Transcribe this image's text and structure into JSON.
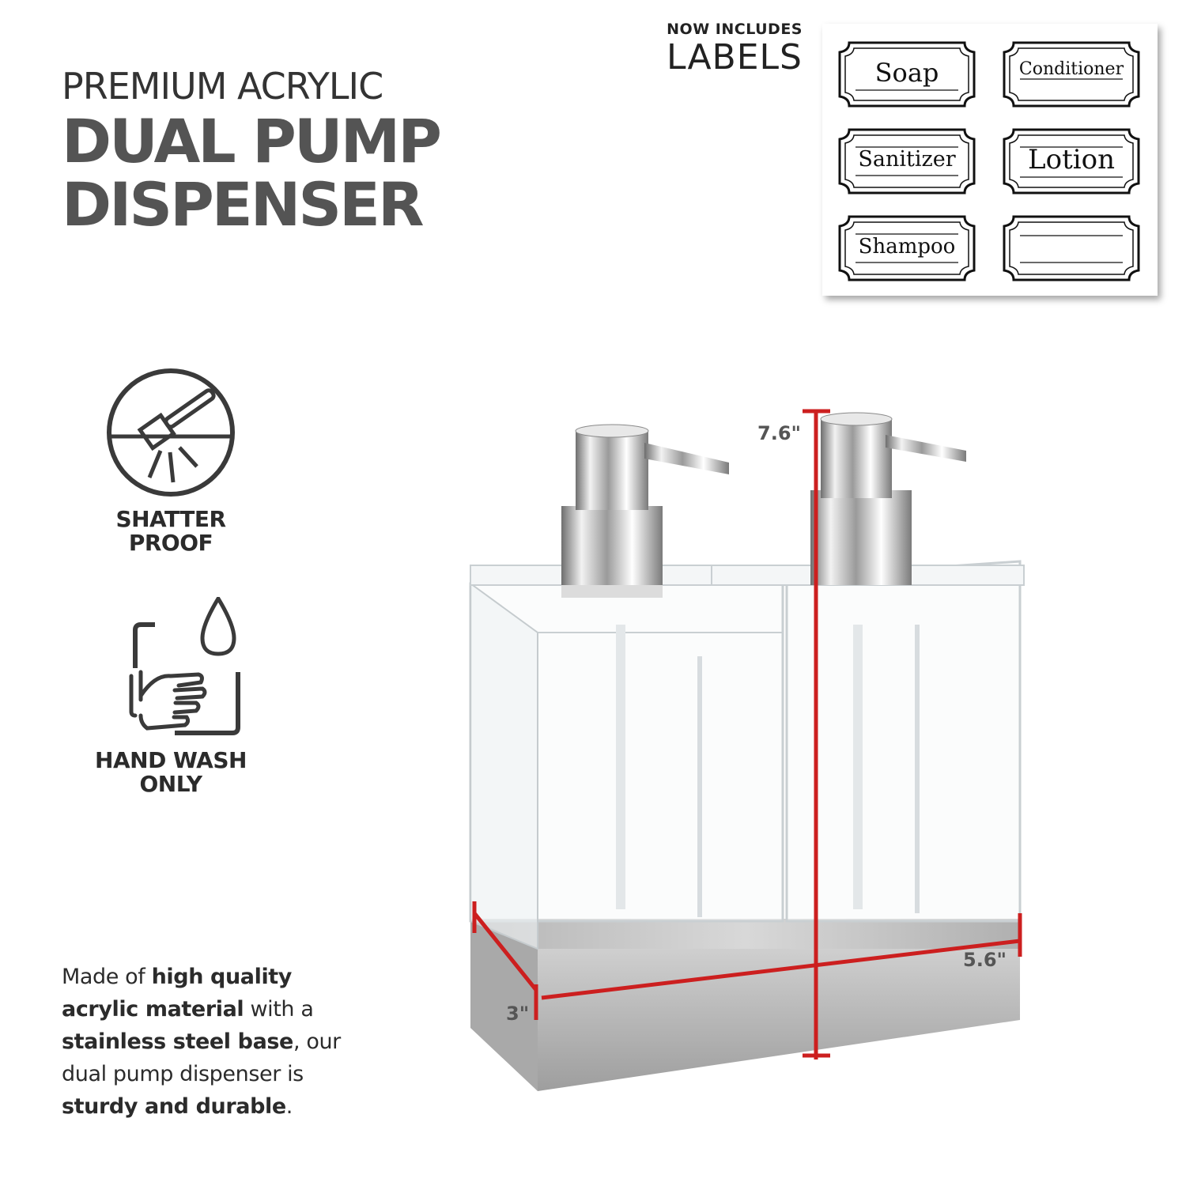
{
  "heading": {
    "subtitle": "PREMIUM ACRYLIC",
    "title_line1": "DUAL PUMP",
    "title_line2": "DISPENSER"
  },
  "labels_promo": {
    "small": "NOW INCLUDES",
    "big": "LABELS"
  },
  "label_sheet": {
    "labels": [
      "Soap",
      "Conditioner",
      "Sanitizer",
      "Lotion",
      "Shampoo",
      ""
    ]
  },
  "features": [
    {
      "icon": "shatter-proof-icon",
      "line1": "SHATTER",
      "line2": "PROOF"
    },
    {
      "icon": "hand-wash-icon",
      "line1": "HAND WASH",
      "line2": "ONLY"
    }
  ],
  "description": {
    "p1": "Made of ",
    "b1": "high quality acrylic material",
    "p2": " with a ",
    "b2": "stainless steel base",
    "p3": ", our dual pump dispenser is ",
    "b3": "sturdy and durable",
    "p4": "."
  },
  "dimensions": {
    "height": "7.6\"",
    "width": "5.6\"",
    "depth": "3\""
  },
  "colors": {
    "dimension_line": "#cc1f1f",
    "heading_gray": "#545454"
  }
}
